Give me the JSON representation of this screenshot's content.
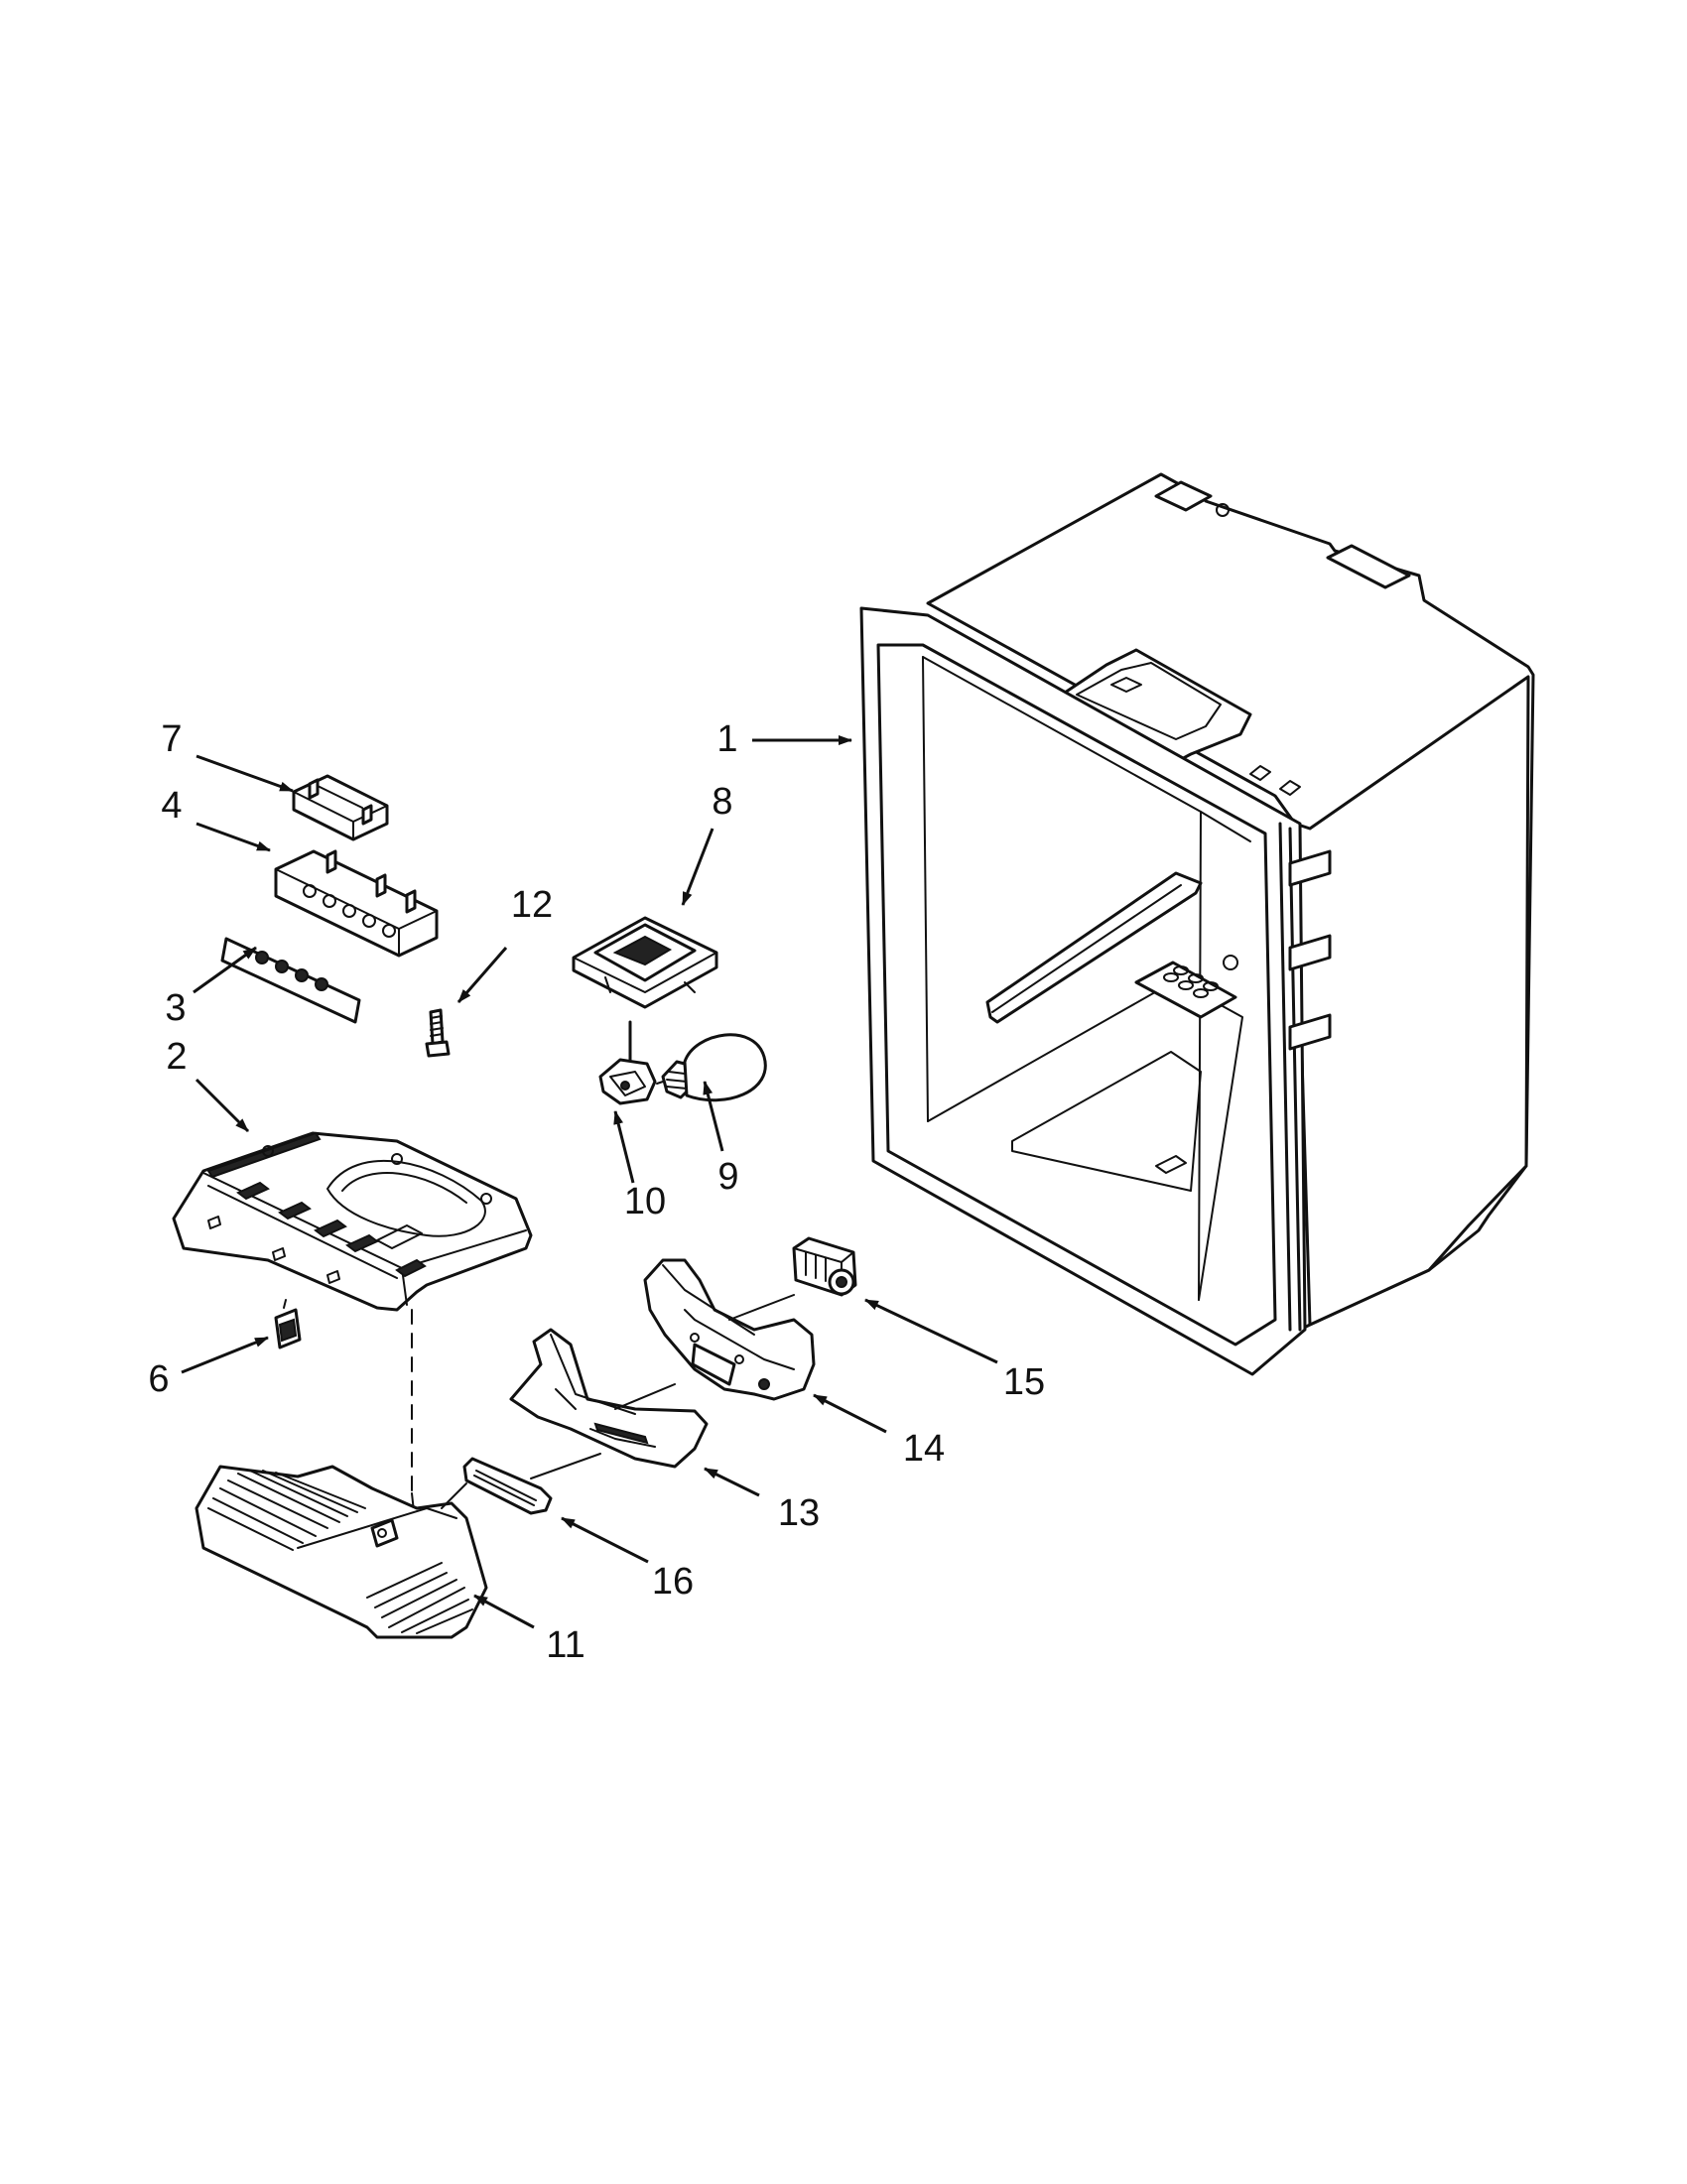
{
  "diagram": {
    "callouts": [
      {
        "id": "c1",
        "label": "1"
      },
      {
        "id": "c2",
        "label": "2"
      },
      {
        "id": "c3",
        "label": "3"
      },
      {
        "id": "c4",
        "label": "4"
      },
      {
        "id": "c6",
        "label": "6"
      },
      {
        "id": "c7",
        "label": "7"
      },
      {
        "id": "c8",
        "label": "8"
      },
      {
        "id": "c9",
        "label": "9"
      },
      {
        "id": "c10",
        "label": "10"
      },
      {
        "id": "c11",
        "label": "11"
      },
      {
        "id": "c12",
        "label": "12"
      },
      {
        "id": "c13",
        "label": "13"
      },
      {
        "id": "c14",
        "label": "14"
      },
      {
        "id": "c15",
        "label": "15"
      },
      {
        "id": "c16",
        "label": "16"
      }
    ]
  }
}
